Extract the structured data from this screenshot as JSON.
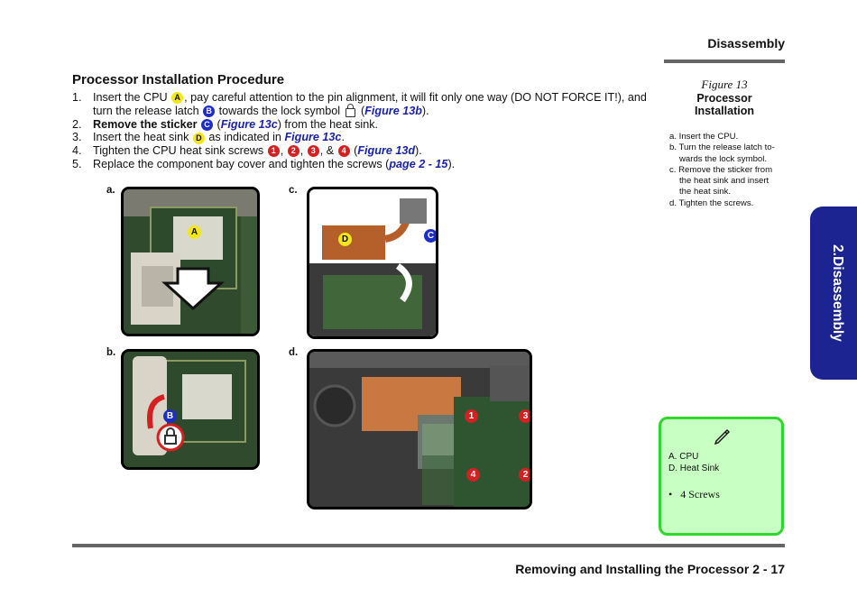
{
  "header": {
    "section": "Disassembly"
  },
  "procedure": {
    "title": "Processor Installation Procedure",
    "steps": [
      {
        "num": "1.",
        "t1": "Insert the CPU",
        "t2": ", pay careful attention to the pin alignment, it will fit only one way (DO NOT FORCE IT!), and turn the release latch",
        "t3": "towards the lock symbol",
        "ref": "Figure 13b",
        "t4": ")."
      },
      {
        "num": "2.",
        "t1": "Remove the sticker",
        "ref": "Figure 13c",
        "t2": ") from the heat sink."
      },
      {
        "num": "3.",
        "t1": "Insert the heat sink",
        "t2": "as indicated in",
        "ref": "Figure 13c",
        "t3": "."
      },
      {
        "num": "4.",
        "t1": "Tighten the CPU heat sink screws",
        "ref": "Figure 13d",
        "t2": ")."
      },
      {
        "num": "5.",
        "t1": "Replace the component bay cover and tighten the screws (",
        "ref": "page 2 - 15",
        "t2": ")."
      }
    ]
  },
  "badges": {
    "A": "A",
    "B": "B",
    "C": "C",
    "D": "D",
    "n1": "1",
    "n2": "2",
    "n3": "3",
    "n4": "4",
    "amp": "&"
  },
  "figure": {
    "number": "Figure 13",
    "name_line1": "Processor",
    "name_line2": "Installation",
    "notes": [
      "a. Insert the CPU.",
      "b. Turn the release latch to-wards the lock symbol.",
      "c. Remove the sticker from the heat sink and insert the heat sink.",
      "d. Tighten the screws."
    ]
  },
  "photos": {
    "a": "a.",
    "b": "b.",
    "c": "c.",
    "d": "d."
  },
  "side_tab": {
    "label": "2.Disassembly"
  },
  "note_box": {
    "item_a": "A.  CPU",
    "item_d": "D.  Heat Sink",
    "bullet": "•",
    "screws": "4 Screws",
    "icon": "pen-icon"
  },
  "footer": {
    "text": "Removing and Installing the Processor  2  -  17"
  },
  "colors": {
    "link": "#1a22a8",
    "tab": "#1b2490",
    "note_bg": "#c8ffc2",
    "note_border": "#2ed62e",
    "badge_yellow": "#f3e61a",
    "badge_blue": "#1d2ec4",
    "badge_red": "#d42020"
  }
}
